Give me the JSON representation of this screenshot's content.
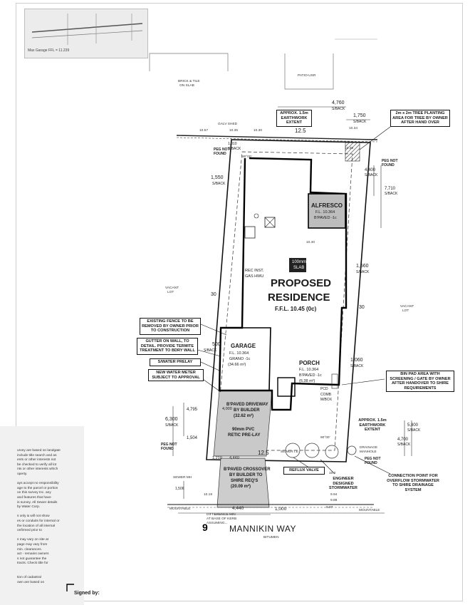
{
  "labels": {
    "garage_rfl": "Max Garage FFL = 11.239",
    "brick_tile": [
      "BRICK & TILE",
      "ON SLAB"
    ],
    "patio": "PATIO-USR",
    "galv_shed": "GALV SHED",
    "vacant_lot_left": [
      "VACANT",
      "LOT"
    ],
    "vacant_lot_right": [
      "VACANT",
      "LOT"
    ],
    "peg_found_top_left": [
      "PEG NOT",
      "FOUND"
    ],
    "peg_found_top_right": [
      "PEG NOT",
      "FOUND"
    ],
    "peg_found_bottom_left": [
      "PEG NOT",
      "FOUND"
    ],
    "peg_found_bottom_right": [
      "PEG NOT",
      "FOUND"
    ],
    "sewer_mh": "SEWER MH",
    "drainage_manhole": [
      "DRAINAGE",
      "MANHOLE"
    ],
    "sewer_ie": "SEWER I.E.",
    "mountable_left": "MOUNTABLE",
    "mountable_right": "MOUNTABLE",
    "difference": [
      "DIFFERENCE MIN",
      "AT BASE OF KERB",
      "ASSUMING..."
    ],
    "street_name": "MANNIKIN WAY",
    "bitumen": "BITUMEN",
    "street_no": "9",
    "signed_by": "Signed by:",
    "slab": [
      "100mm",
      "SLAB"
    ],
    "rec_inst": [
      "REC INST.",
      "GAS HWU"
    ],
    "pcd": "PCD",
    "comb": [
      "COMB",
      "M/BOX"
    ]
  },
  "rooms": {
    "main_title": "PROPOSED",
    "main_title_2": "RESIDENCE",
    "main_ffl": "F.F.L. 10.45 (0c)",
    "alfresco": {
      "name": "ALFRESCO",
      "fl": "F.L. 10.364",
      "finish": "B'PAVED -1c"
    },
    "garage": {
      "name": "GARAGE",
      "fl": "F.L. 10.364",
      "finish": "GRANO -1c",
      "area": "(34.66 m²)"
    },
    "porch": {
      "name": "PORCH",
      "fl": "F.L. 10.364",
      "finish": "B'PAVED -1c",
      "area": "(6.38 m²)"
    },
    "driveway": [
      "B'PAVED DRIVEWAY",
      "BY BUILDER",
      "(32.62 m²)"
    ],
    "reticulation": [
      "90mm PVC",
      "RETIC PRE-LAY"
    ],
    "crossover": [
      "B'PAVED CROSSOVER",
      "BY BUILDER TO",
      "SHIRE REQ'S",
      "(20.09 m²)"
    ]
  },
  "dimensions": {
    "top_4760": "4,760",
    "top_4760_sb": "S/BACK",
    "top_1750": "1,750",
    "top_1750_sb": "S/BACK",
    "front_12_5": "12.5",
    "rear_12_5": "12.5",
    "left_30": "30",
    "right_30": "30",
    "setback_1550": "1,550",
    "setback_1550_sb": "S/BACK",
    "setback_1560": "1,560",
    "setback_1560_sb": "S/BACK",
    "setback_1060": "1,060",
    "setback_1060_sb": "S/BACK",
    "setback_1010": "1,010",
    "setback_1010_sb": "S/BACK",
    "setback_500": "500",
    "setback_500_sb": "S/BACK",
    "dim_4400": "4,400",
    "dim_4400_sb": "S/BACK",
    "dim_7710": "7,710",
    "dim_7710_sb": "S/BACK",
    "dim_6300": "6,300",
    "dim_6300_sb": "S/BACK",
    "dim_4795": "4,795",
    "dim_1504": "1,504",
    "dim_4000": "4,000",
    "dim_4700": "4,700",
    "dim_4700_sb": "S/BACK",
    "dim_5800": "5,800",
    "dim_5800_sb": "S/BACK",
    "dim_1210": "1,210",
    "dim_4440_top": "4,440",
    "dim_4440": "4,440",
    "dim_1000": "1,000",
    "dim_1506": "1,506",
    "level_10_57": "10.57",
    "level_10_30": "10.30",
    "level_10_35": "10.35",
    "level_10_35b": "10.35",
    "level_10_34": "10.34",
    "level_10_0": "10.0",
    "level_9_94": "9.94",
    "level_9_88": "9.88",
    "level_9_97": "9.97",
    "level_10_19": "10.19",
    "level_10_40": "10.40",
    "angle_90": "90°00'",
    "angle_90b": "90°00'"
  },
  "callouts": {
    "earthwork_top": "APPROX. 1.5m EARTHWORK EXTENT",
    "tree_planting": "2m x 2m TREE PLANTING AREA FOR TREE BY OWNER AFTER HAND OVER",
    "existing_fence": "EXISTING FENCE TO BE REMOVED BY OWNER PRIOR TO CONSTRUCTION",
    "gutter": "GUTTER ON WALL, TO DETAIL. PROVIDE TERMITE TREATMENT TO BDRY WALL",
    "s_water": "S/WATER PRELAY",
    "water_meter": "NEW WATER METER SUBJECT TO APPROVAL",
    "bin_pad": "BIN PAD AREA WITH SCREENING / GATE BY OWNER AFTER HANDOVER TO SHIRE REQUIREMENTS",
    "earthwork_bottom": "APPROX. 1.5m EARTHWORK EXTENT",
    "reflux": "REFLUX VALVE",
    "engineer": "ENGINEER DESIGNED STORMWATER",
    "connection": "CONNECTION POINT FOR OVERFLOW STORMWATER TO SHIRE DRAINAGE SYSTEM"
  },
  "notes": [
    "urvey are based on landgate",
    "include title search and as",
    "ents or other interests not",
    "be checked to verify all lot",
    "nts or other interests which",
    "operty.",
    "",
    "ays accept no responsibility",
    "age to the parcel or portion",
    "on this survey Inc. any",
    "and features that have",
    "is survey. All Sewer details",
    "by Water Corp.",
    "",
    "s only & will not show",
    "es or conduits for internal or",
    "the location of all internal",
    "onfirmed prior to",
    "",
    "s may vary on site at",
    "page may vary from",
    "min. clearances.",
    "act - remains owners",
    "s not guarantee the",
    "tracts. Check title for",
    "",
    "",
    "tion of cadastral",
    "own are based on"
  ]
}
